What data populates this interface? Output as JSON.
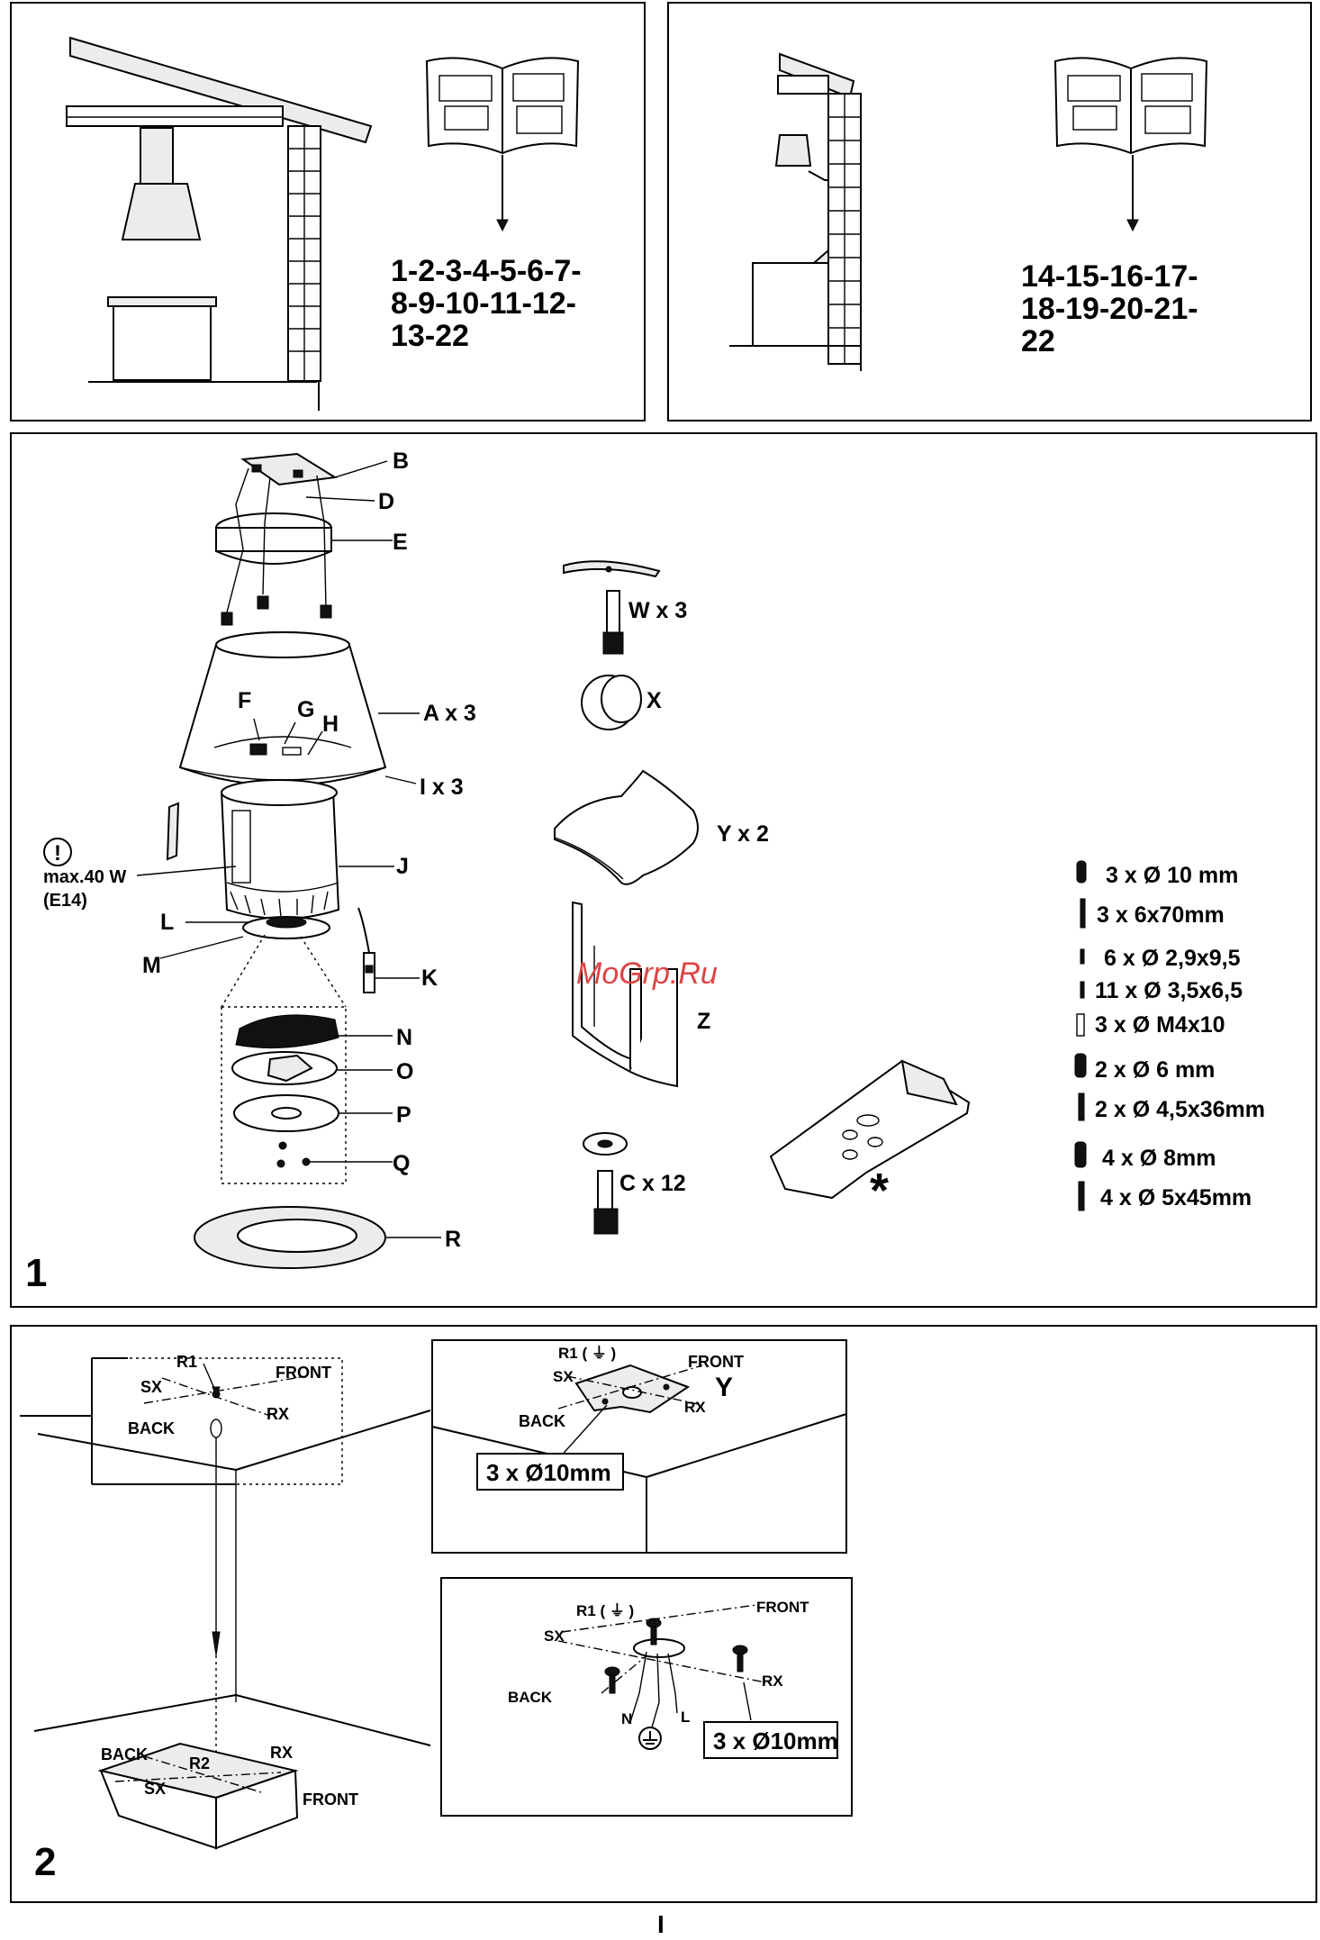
{
  "panel_top_left": {
    "sequence": [
      "1-2-3-4-5-6-7-",
      "8-9-10-11-12-",
      "13-22"
    ]
  },
  "panel_top_right": {
    "sequence": [
      "14-15-16-17-",
      "18-19-20-21-",
      "22"
    ]
  },
  "figure1": {
    "number": "1",
    "parts": {
      "B": "B",
      "D": "D",
      "E": "E",
      "A": "A x 3",
      "F": "F",
      "G": "G",
      "H": "H",
      "I": "I x 3",
      "J": "J",
      "L": "L",
      "M": "M",
      "K": "K",
      "N": "N",
      "O": "O",
      "P": "P",
      "Q": "Q",
      "R": "R",
      "W": "W x 3",
      "X": "X",
      "Y": "Y x 2",
      "Z": "Z",
      "C": "C x 12",
      "star": "*"
    },
    "lamp_note": [
      "max.40 W",
      "(E14)"
    ],
    "hardware": [
      "3 x Ø 10 mm",
      "3 x 6x70mm",
      "6 x Ø 2,9x9,5",
      "11 x Ø 3,5x6,5",
      "3 x Ø M4x10",
      "2 x Ø 6 mm",
      "2 x Ø 4,5x36mm",
      "4 x Ø 8mm",
      "4 x Ø 5x45mm"
    ],
    "watermark": "MoGrp.Ru"
  },
  "figure2": {
    "number": "2",
    "labels": {
      "r1": "R1",
      "r1_ground": "R1 ( ⏚ )",
      "r2": "R2",
      "front": "FRONT",
      "back": "BACK",
      "sx": "SX",
      "rx": "RX",
      "y": "Y",
      "n": "N",
      "l": "L"
    },
    "drill": "3 x Ø10mm"
  },
  "page_number": "I"
}
